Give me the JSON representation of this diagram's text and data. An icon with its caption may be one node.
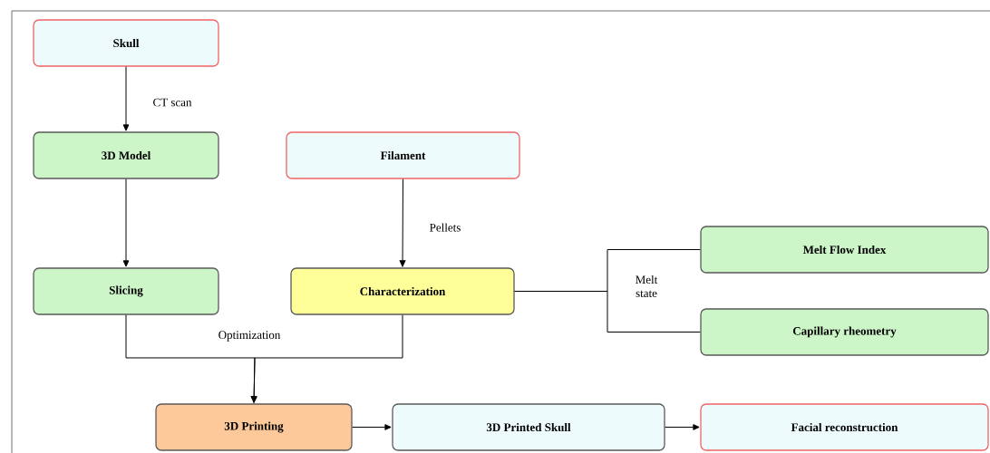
{
  "diagram": {
    "nodes": [
      {
        "text": [
          "Skull"
        ]
      },
      {
        "text": [
          "3D Model"
        ]
      },
      {
        "text": [
          "Filament"
        ]
      },
      {
        "text": [
          "Slicing"
        ]
      },
      {
        "text": [
          "Characterization"
        ]
      },
      {
        "text": [
          "Melt Flow Index"
        ]
      },
      {
        "text": [
          "Capillary rheometry"
        ]
      },
      {
        "text": [
          "3D Printing"
        ]
      },
      {
        "text": [
          "3D Printed Skull"
        ]
      },
      {
        "text": [
          "Facial reconstruction"
        ]
      }
    ],
    "edges": [
      {
        "from": 0,
        "to": 1,
        "arrow": "to",
        "label": "CT scan"
      },
      {
        "from": 1,
        "to": 3,
        "arrow": "to"
      },
      {
        "from": 2,
        "to": 4,
        "arrow": "to",
        "label": "Pellets"
      },
      {
        "from": 3,
        "to": 7,
        "arrow": "to",
        "label": "Optimization"
      },
      {
        "from": 4,
        "to": 7,
        "arrow": "to"
      },
      {
        "from": 4,
        "to": 5,
        "arrow": "none",
        "label": "Melt state"
      },
      {
        "from": 4,
        "to": 6,
        "arrow": "none"
      },
      {
        "from": 7,
        "to": 8,
        "arrow": "to"
      },
      {
        "from": 8,
        "to": 9,
        "arrow": "to"
      }
    ]
  }
}
